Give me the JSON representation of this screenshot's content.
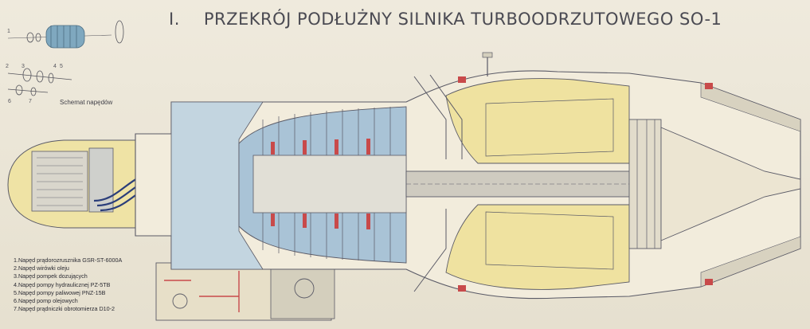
{
  "poster": {
    "title_number": "I.",
    "title_text": "PRZEKRÓJ PODŁUŻNY SILNIKA TURBOODRZUTOWEGO SO-1",
    "drives_label": "Schemat napędów",
    "schema_numbers": [
      "1",
      "2",
      "3",
      "4",
      "5",
      "6",
      "7"
    ],
    "legend": [
      "1.Napęd prądorozrusznika GSR-ST-6000A",
      "2.Napęd wirówki oleju",
      "3.Napęd pompek dozujących",
      "4.Napęd pompy hydraulicznej PZ-5TB",
      "5.Napęd pompy paliwowej PNZ-15B",
      "6.Napęd pomp olejowych",
      "7.Napęd prądniczki obrotomierza D10-2"
    ],
    "colors": {
      "background": "#e9e4d6",
      "compressor_blue": "#a9c3d6",
      "combustor_yellow": "#efe2a0",
      "outline": "#5a5a66",
      "accent_red": "#c84a4a"
    }
  }
}
